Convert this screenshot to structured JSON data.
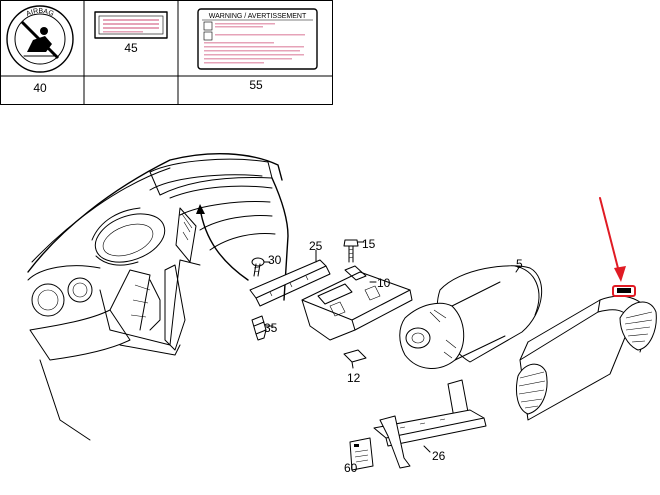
{
  "labels_box": {
    "airbag_label": {
      "part_number": "40",
      "text": "AIRBAG"
    },
    "label_45": {
      "part_number": "45"
    },
    "label_55": {
      "part_number": "55",
      "heading": "WARNING / AVERTISSEMENT"
    }
  },
  "callouts": {
    "p30": "30",
    "p25": "25",
    "p15": "15",
    "p10": "10",
    "p5": "5",
    "p35": "35",
    "p12": "12",
    "p26": "26",
    "p60": "60"
  },
  "colors": {
    "arrow": "#e01b24",
    "label_lines": "#e6a3b8",
    "line_art": "#000000"
  }
}
